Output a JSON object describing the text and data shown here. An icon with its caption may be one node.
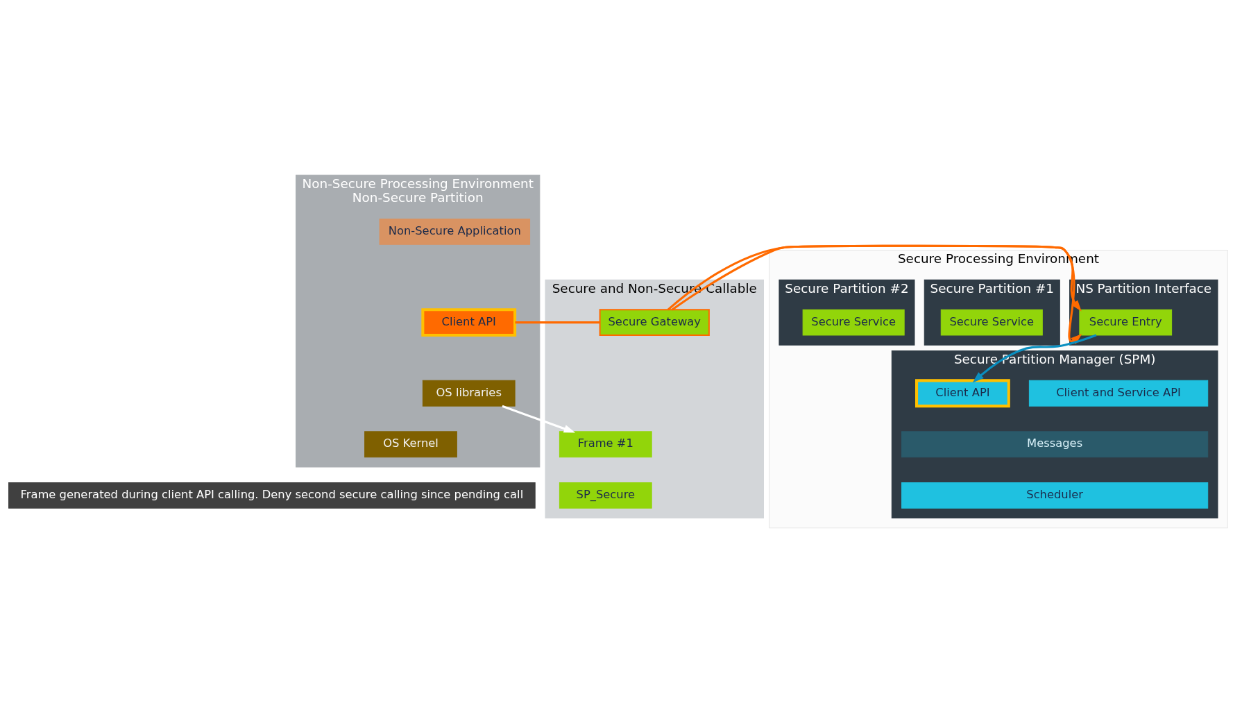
{
  "diagram": {
    "nodes": [
      {
        "text": [
          "Non-Secure Processing Environment",
          "Non-Secure Partition"
        ]
      },
      {
        "text": [
          "Non-Secure Application"
        ],
        "in": 0
      },
      {
        "text": [
          "Client API"
        ],
        "in": 0
      },
      {
        "text": [
          "OS libraries"
        ],
        "in": 0
      },
      {
        "text": [
          "OS Kernel"
        ],
        "in": 0
      },
      {
        "text": [
          "Secure and Non-Secure Callable"
        ]
      },
      {
        "text": [
          "Secure Gateway"
        ],
        "in": 5
      },
      {
        "text": [
          "Frame #1"
        ],
        "in": 5
      },
      {
        "text": [
          "SP_Secure"
        ],
        "in": 5
      },
      {
        "text": [
          "Secure Processing Environment"
        ]
      },
      {
        "text": [
          "NS Partition Interface"
        ],
        "in": 9
      },
      {
        "text": [
          "Secure Entry"
        ],
        "in": 10
      },
      {
        "text": [
          "Secure Partition #1"
        ],
        "in": 9
      },
      {
        "text": [
          "Secure Service"
        ],
        "in": 12
      },
      {
        "text": [
          "Secure Partition #2"
        ],
        "in": 9
      },
      {
        "text": [
          "Secure Service"
        ],
        "in": 14
      },
      {
        "text": [
          "Secure Partition Manager (SPM)"
        ],
        "in": 9
      },
      {
        "text": [
          "Client API"
        ],
        "in": 16
      },
      {
        "text": [
          "Client and Service API"
        ],
        "in": 16
      },
      {
        "text": [
          "Messages"
        ],
        "in": 16
      },
      {
        "text": [
          "Scheduler"
        ],
        "in": 16
      },
      {
        "text": [
          "Frame generated during client API calling. Deny second secure calling since pending call"
        ]
      }
    ],
    "edges": [
      {
        "from": 2,
        "to": 6,
        "arrow": "none",
        "color": "#ff6a00"
      },
      {
        "from": 6,
        "to": 11,
        "arrow": "to",
        "color": "#ff6a00"
      },
      {
        "from": 6,
        "to": 11,
        "arrow": "to",
        "color": "#ff6a00"
      },
      {
        "from": 11,
        "to": 17,
        "arrow": "to",
        "color": "#0a8fc0"
      },
      {
        "from": 3,
        "to": 7,
        "arrow": "to",
        "color": "#ffffff"
      }
    ]
  }
}
